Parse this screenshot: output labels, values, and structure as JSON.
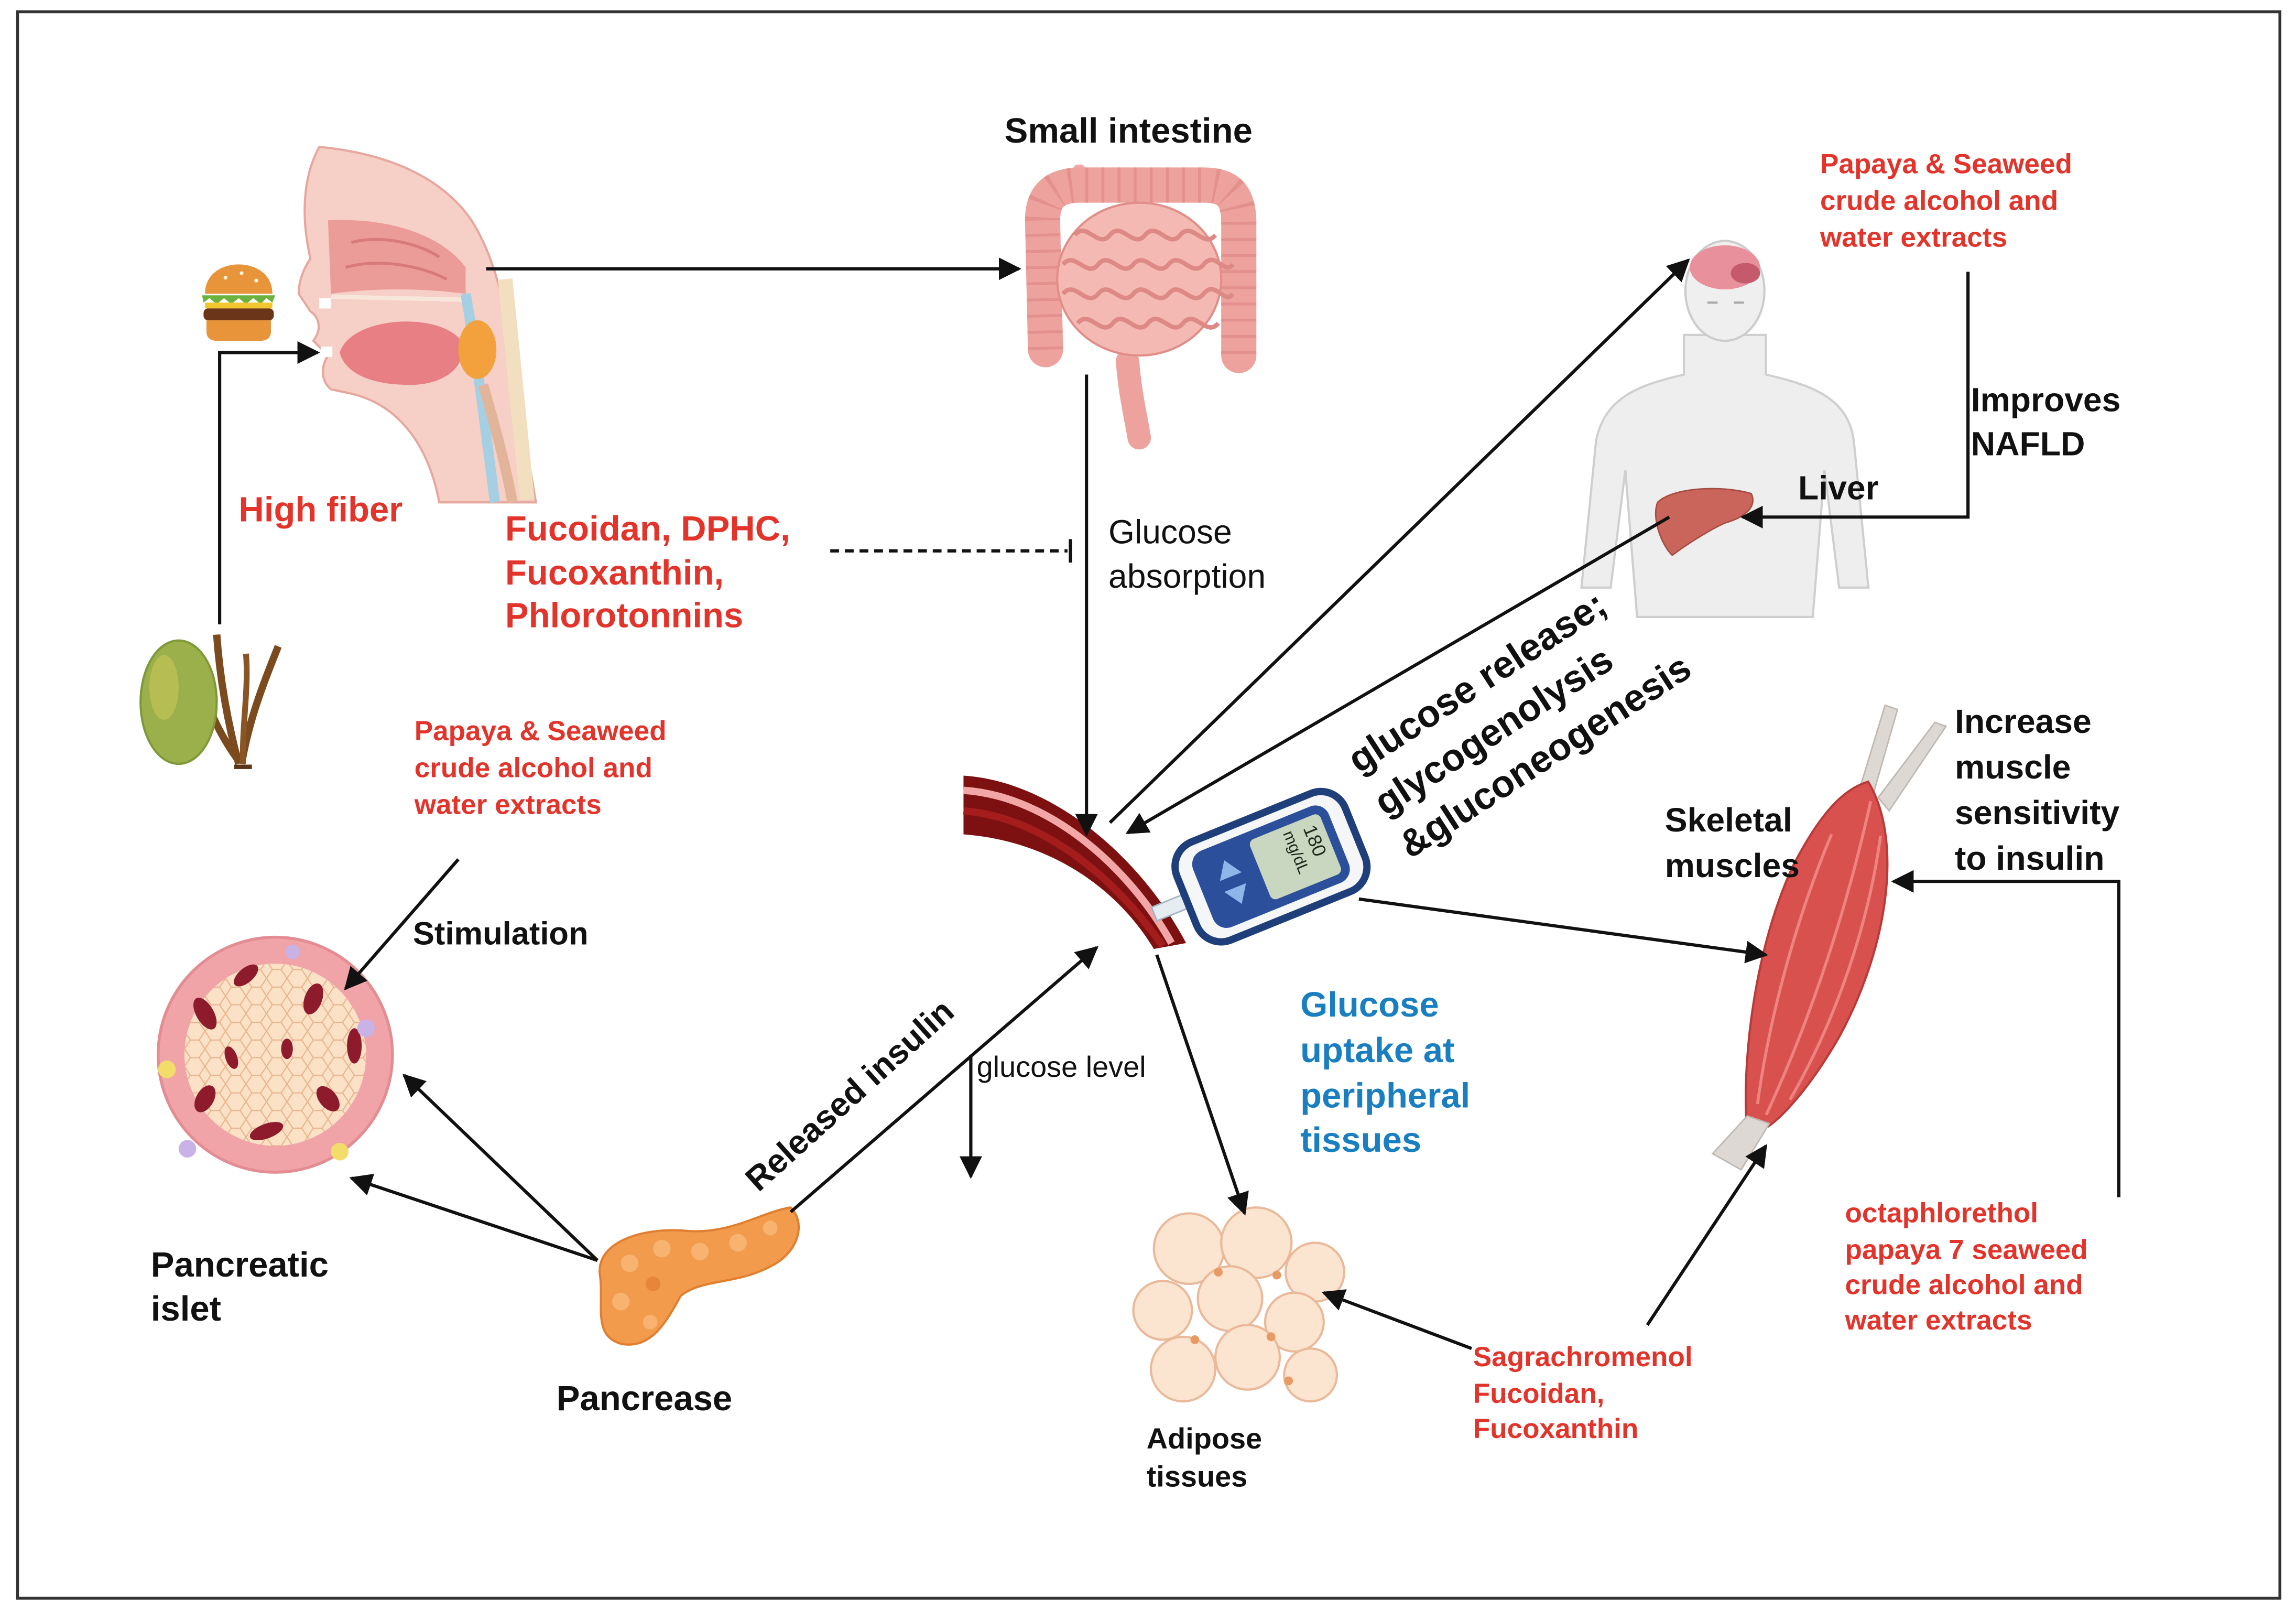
{
  "colors": {
    "red": "#e2342b",
    "blue": "#1a7fc0",
    "text": "#111111"
  },
  "labels": {
    "small_intestine": "Small intestine",
    "extracts_top": [
      "Papaya & Seaweed",
      "crude alcohol and",
      "water extracts"
    ],
    "improves_nafld": [
      "Improves",
      "NAFLD"
    ],
    "liver": "Liver",
    "high_fiber": "High fiber",
    "seaweed_compounds": [
      "Fucoidan, DPHC,",
      "Fucoxanthin,",
      "Phlorotonnins"
    ],
    "glucose_absorption": [
      "Glucose",
      "absorption"
    ],
    "hepatic_release": [
      "glucose release;",
      "glycogenolysis",
      "&gluconeogenesis"
    ],
    "extracts_left": [
      "Papaya & Seaweed",
      "crude alcohol and",
      "water extracts"
    ],
    "stimulation": "Stimulation",
    "muscle_sensitivity": [
      "Increase",
      "muscle",
      "sensitivity",
      "to insulin"
    ],
    "skeletal_muscles": [
      "Skeletal",
      "muscles"
    ],
    "glucometer": {
      "value": "180",
      "unit": "mg/dL"
    },
    "released_insulin": "Released insulin",
    "glucose_level": "glucose level",
    "peripheral_uptake": [
      "Glucose",
      "uptake at",
      "peripheral",
      "tissues"
    ],
    "pancreatic_islet": [
      "Pancreatic",
      "islet"
    ],
    "pancreas": "Pancrease",
    "adipose_tissues": [
      "Adipose",
      "tissues"
    ],
    "extracts_muscle": [
      "octaphlorethol",
      "papaya 7 seaweed",
      "crude alcohol and",
      "water extracts"
    ],
    "adipose_compounds": [
      "Sagrachromenol",
      "Fucoidan,",
      "Fucoxanthin"
    ]
  },
  "icons": [
    "burger-icon",
    "head-cross-section",
    "small-intestine",
    "human-body",
    "brain",
    "liver",
    "papaya",
    "seaweed",
    "blood-vessel",
    "glucometer",
    "skeletal-muscle",
    "pancreatic-islet",
    "pancreas",
    "adipose-cells"
  ]
}
